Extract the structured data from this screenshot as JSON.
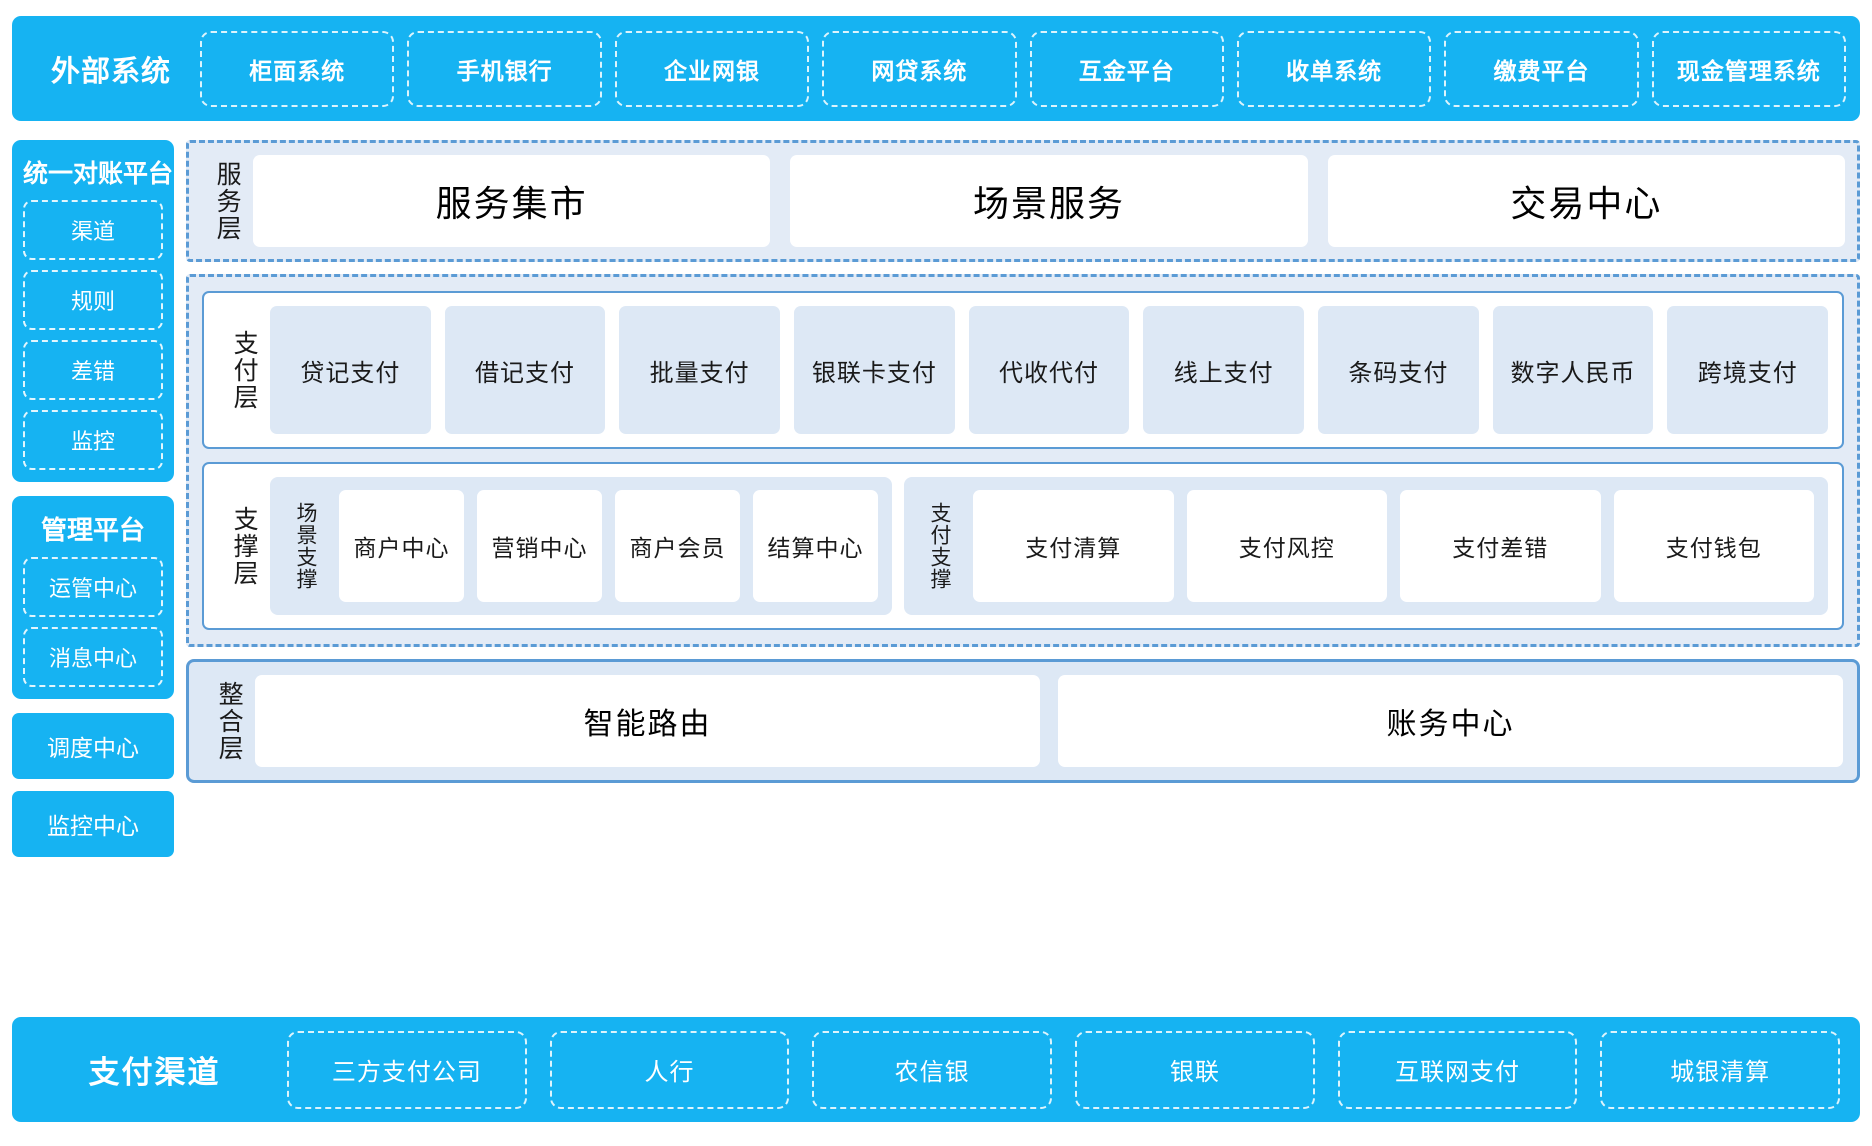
{
  "external": {
    "title": "外部系统",
    "items": [
      "柜面系统",
      "手机银行",
      "企业网银",
      "网贷系统",
      "互金平台",
      "收单系统",
      "缴费平台",
      "现金管理系统"
    ]
  },
  "left": {
    "reconciliation": {
      "title": "统一对账平台",
      "items": [
        "渠道",
        "规则",
        "差错",
        "监控"
      ]
    },
    "management": {
      "title": "管理平台",
      "items": [
        "运管中心",
        "消息中心"
      ]
    },
    "standalone": [
      "调度中心",
      "监控中心"
    ]
  },
  "service_layer": {
    "label": "服务层",
    "cards": [
      "服务集市",
      "场景服务",
      "交易中心"
    ]
  },
  "payment_layer": {
    "label": "支付层",
    "cards": [
      "贷记支付",
      "借记支付",
      "批量支付",
      "银联卡支付",
      "代收代付",
      "线上支付",
      "条码支付",
      "数字人民币",
      "跨境支付"
    ]
  },
  "support_layer": {
    "label": "支撑层",
    "groups": [
      {
        "label": "场景支撑",
        "cards": [
          "商户中心",
          "营销中心",
          "商户会员",
          "结算中心"
        ]
      },
      {
        "label": "支付支撑",
        "cards": [
          "支付清算",
          "支付风控",
          "支付差错",
          "支付钱包"
        ]
      }
    ]
  },
  "integration_layer": {
    "label": "整合层",
    "cards": [
      "智能路由",
      "账务中心"
    ]
  },
  "channels": {
    "title": "支付渠道",
    "items": [
      "三方支付公司",
      "人行",
      "农信银",
      "银联",
      "互联网支付",
      "城银清算"
    ]
  },
  "colors": {
    "brand_blue": "#16b3f2",
    "band_blue": "#5b9bd5",
    "panel_fill": "#e3ebf6",
    "card_fill": "#dde8f5",
    "white": "#ffffff"
  }
}
